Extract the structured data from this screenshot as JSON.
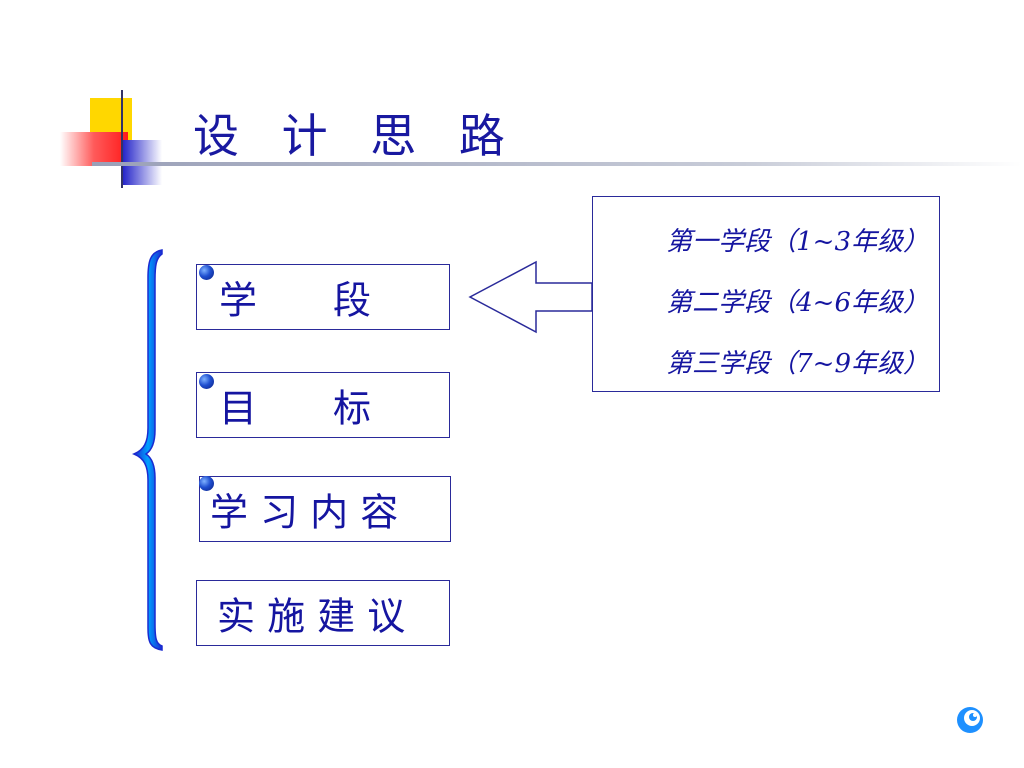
{
  "title": "设 计 思 路",
  "items": [
    {
      "label": "学　　段"
    },
    {
      "label": "目　　标"
    },
    {
      "label": "学 习 内 容"
    },
    {
      "label": "实 施 建 议"
    }
  ],
  "stages": [
    {
      "label": "第一学段（1~3年级）"
    },
    {
      "label": "第二学段（4~6年级）"
    },
    {
      "label": "第三学段（7~9年级）"
    }
  ],
  "colors": {
    "text_blue": "#1515a0",
    "brace_blue": "#00a0ff",
    "deco_yellow": "#ffd700",
    "deco_red": "#ff2a2a",
    "deco_blue": "#2020c0"
  },
  "icons": {
    "corner": "spiral-logo-icon"
  }
}
